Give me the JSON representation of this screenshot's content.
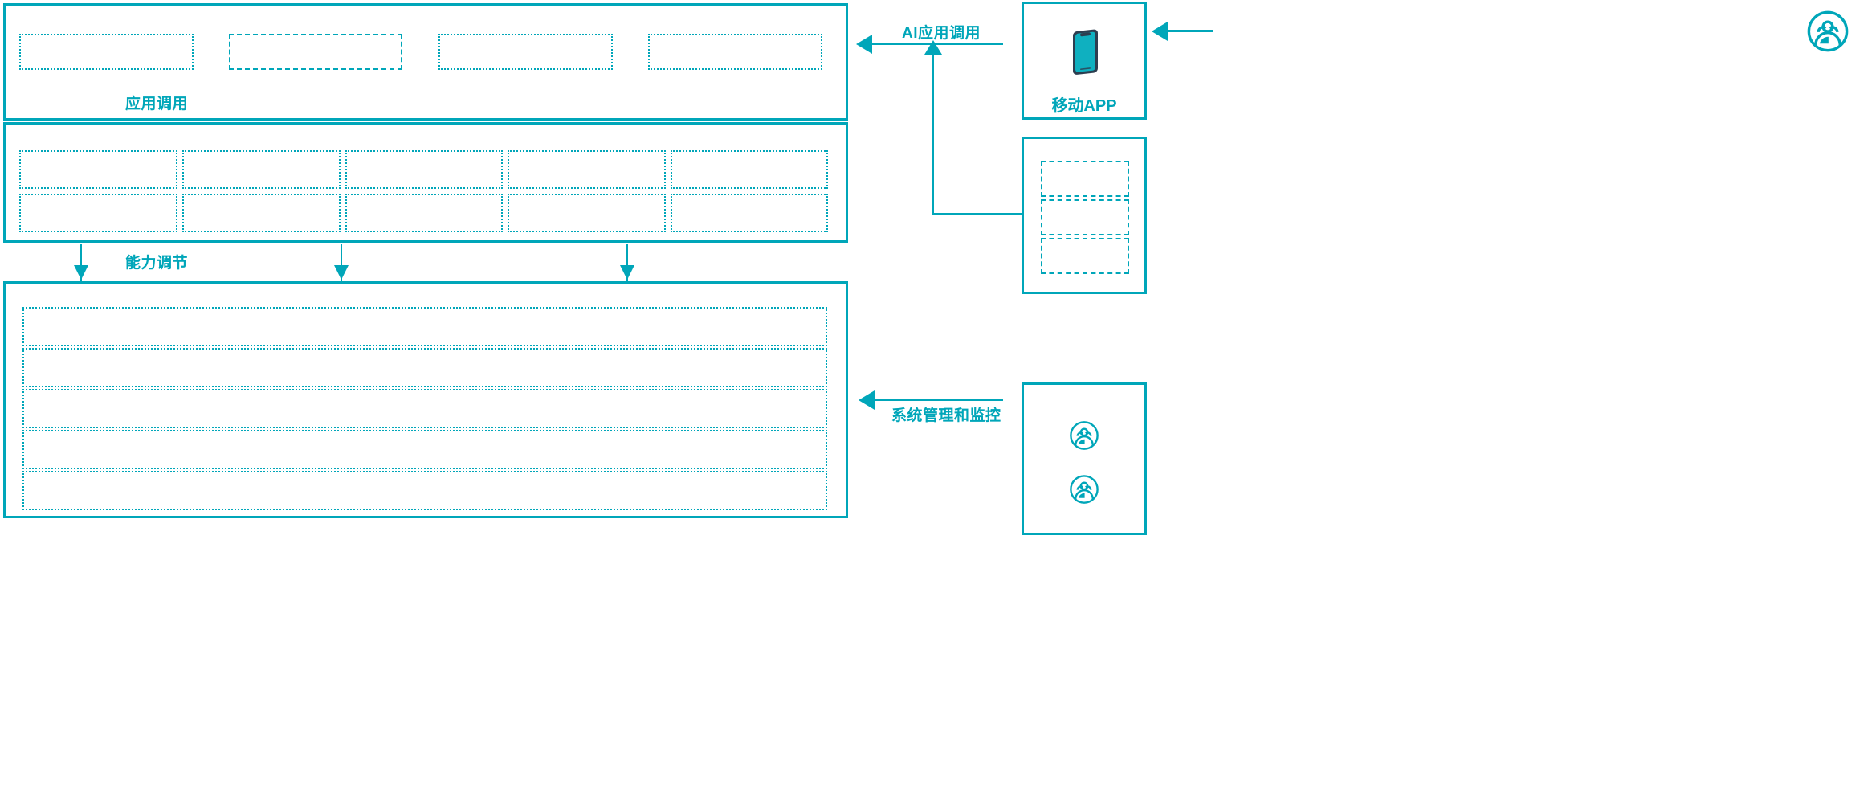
{
  "theme": {
    "accent": "#00a6b9",
    "accent_dark": "#2d3e50",
    "background": "#ffffff"
  },
  "diagram": {
    "type": "layered-architecture",
    "title": "",
    "layers": [
      {
        "id": "application-layer",
        "name": "application-layer",
        "label": "",
        "slot_count": 4,
        "slots": [
          {
            "label": ""
          },
          {
            "label": ""
          },
          {
            "label": ""
          },
          {
            "label": ""
          }
        ]
      },
      {
        "id": "capability-layer",
        "name": "capability-layer",
        "label": "",
        "columns": 5,
        "rows": 2,
        "slots": [
          {
            "label": ""
          },
          {
            "label": ""
          },
          {
            "label": ""
          },
          {
            "label": ""
          },
          {
            "label": ""
          },
          {
            "label": ""
          },
          {
            "label": ""
          },
          {
            "label": ""
          },
          {
            "label": ""
          },
          {
            "label": ""
          }
        ]
      },
      {
        "id": "platform-layer",
        "name": "platform-layer",
        "label": "",
        "slot_count": 5,
        "slots": [
          {
            "label": ""
          },
          {
            "label": ""
          },
          {
            "label": ""
          },
          {
            "label": ""
          },
          {
            "label": ""
          }
        ]
      }
    ],
    "connectors": [
      {
        "id": "app-invoke",
        "label": "应用调用",
        "direction": "down",
        "from": "application-layer",
        "to": "capability-layer",
        "arrow_count": 2
      },
      {
        "id": "capability-tune",
        "label": "能力调节",
        "direction": "down",
        "from": "capability-layer",
        "to": "platform-layer",
        "arrow_count": 3
      },
      {
        "id": "ai-app-invoke",
        "label": "AI应用调用",
        "direction": "left",
        "from": "mobile-app-card",
        "to": "application-layer",
        "arrow_count": 2
      },
      {
        "id": "system-admin-monitor",
        "label": "系统管理和监控",
        "direction": "left",
        "from": "operators-card",
        "to": "platform-layer",
        "arrow_count": 1
      },
      {
        "id": "end-user-to-mobile",
        "label": "",
        "direction": "left",
        "from": "end-user-icon",
        "to": "mobile-app-card",
        "arrow_count": 1
      }
    ],
    "side_cards": [
      {
        "id": "mobile-app-card",
        "name": "mobile-app-card",
        "label": "移动APP",
        "icon": "mobile-phone-icon",
        "items": []
      },
      {
        "id": "channels-card",
        "name": "channels-card",
        "label": "",
        "icon": "",
        "items": [
          {
            "label": ""
          },
          {
            "label": ""
          },
          {
            "label": ""
          }
        ]
      },
      {
        "id": "operators-card",
        "name": "operators-card",
        "label": "",
        "icon": "users-group-icon",
        "items": [
          {
            "label": "",
            "icon": "users-group-icon"
          },
          {
            "label": "",
            "icon": "users-group-icon"
          }
        ]
      }
    ],
    "actors": [
      {
        "id": "end-user-icon",
        "name": "end-user-icon",
        "label": "",
        "icon": "users-group-icon"
      }
    ]
  }
}
